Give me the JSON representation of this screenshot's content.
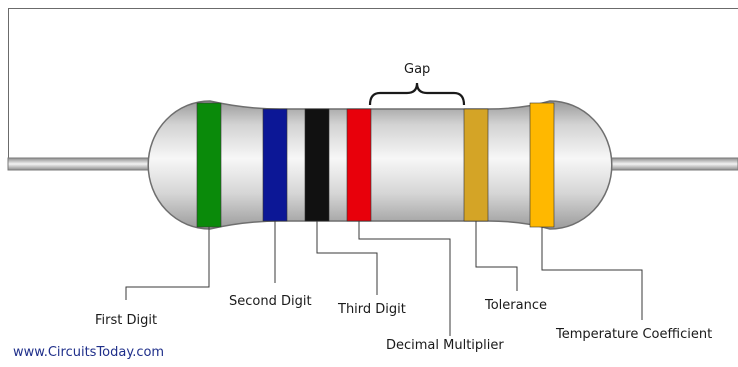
{
  "diagram": {
    "gap_label": "Gap",
    "labels": {
      "first_digit": "First Digit",
      "second_digit": "Second Digit",
      "third_digit": "Third Digit",
      "decimal_multiplier": "Decimal Multiplier",
      "tolerance": "Tolerance",
      "temperature_coefficient": "Temperature Coefficient"
    },
    "bands": [
      {
        "name": "first-digit",
        "color": "#0a8a0a"
      },
      {
        "name": "second-digit",
        "color": "#0c1796"
      },
      {
        "name": "third-digit",
        "color": "#111111"
      },
      {
        "name": "decimal-multiplier",
        "color": "#e8000b"
      },
      {
        "name": "tolerance",
        "color": "#d4a426"
      },
      {
        "name": "temperature-coefficient",
        "color": "#ffb800"
      }
    ]
  },
  "footer": {
    "website": "www.CircuitsToday.com"
  }
}
